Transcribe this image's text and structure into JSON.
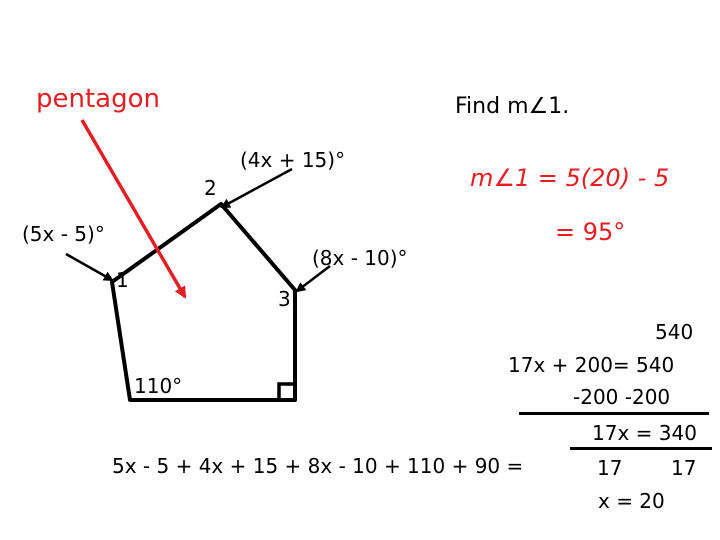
{
  "title_label": "pentagon",
  "prompt": "Find m∠1.",
  "angles": {
    "angle2_expr": "(4x + 15)°",
    "angle1_expr": "(5x - 5)°",
    "angle3_expr": "(8x - 10)°",
    "angle4_value": "110°",
    "label1": "1",
    "label2": "2",
    "label3": "3"
  },
  "answer": {
    "line1": "m∠1 = 5(20) - 5",
    "line2": "= 95°"
  },
  "equation": "5x - 5 + 4x + 15 + 8x - 10 + 110 + 90 =",
  "work": {
    "line1": "540",
    "line2": "17x + 200= 540",
    "line3": "-200  -200",
    "line4": "17x = 340",
    "line5a": "17",
    "line5b": "17",
    "line6": "x = 20"
  },
  "colors": {
    "accent": "#e31e24",
    "ink": "#000000"
  }
}
